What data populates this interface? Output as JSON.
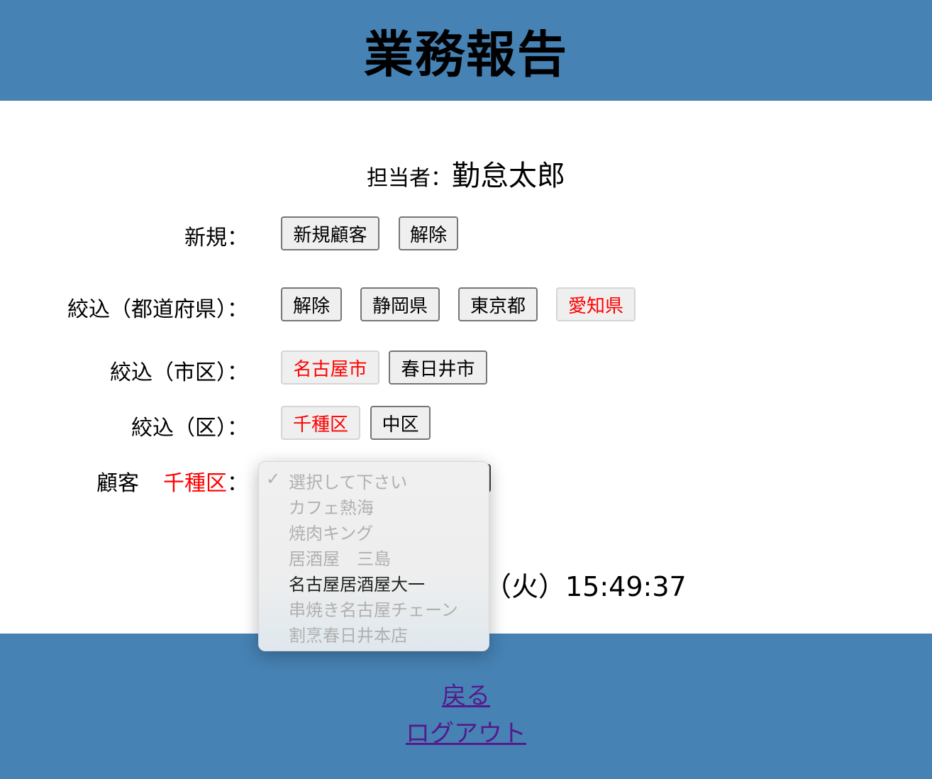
{
  "header": {
    "title": "業務報告",
    "bg_color": "#4682b4"
  },
  "staff": {
    "label": "担当者：",
    "name": "勤怠太郎"
  },
  "new_row": {
    "label": "新規：",
    "buttons": [
      {
        "label": "新規顧客"
      },
      {
        "label": "解除"
      }
    ]
  },
  "pref_row": {
    "label": "絞込（都道府県）：",
    "buttons": [
      {
        "label": "解除",
        "active": false
      },
      {
        "label": "静岡県",
        "active": false
      },
      {
        "label": "東京都",
        "active": false
      },
      {
        "label": "愛知県",
        "active": true
      }
    ]
  },
  "city_row": {
    "label": "絞込（市区）：",
    "buttons": [
      {
        "label": "名古屋市",
        "active": true
      },
      {
        "label": "春日井市",
        "active": false
      }
    ]
  },
  "ward_row": {
    "label": "絞込（区）：",
    "buttons": [
      {
        "label": "千種区",
        "active": true
      },
      {
        "label": "中区",
        "active": false
      }
    ]
  },
  "customer_row": {
    "label": "顧客",
    "ward": "千種区",
    "colon": "：",
    "select": {
      "selected": "選択して下さい",
      "check_icon": "✓",
      "options": [
        {
          "label": "選択して下さい",
          "enabled": false,
          "checked": true
        },
        {
          "label": "カフェ熱海",
          "enabled": false
        },
        {
          "label": "焼肉キング",
          "enabled": false
        },
        {
          "label": "居酒屋　三島",
          "enabled": false
        },
        {
          "label": "名古屋居酒屋大一",
          "enabled": true
        },
        {
          "label": "串焼き名古屋チェーン",
          "enabled": false
        },
        {
          "label": "割烹春日井本店",
          "enabled": false
        }
      ]
    }
  },
  "datetime": {
    "visible_text": "（火）15:49:37"
  },
  "footer": {
    "links": [
      {
        "label": "戻る"
      },
      {
        "label": "ログアウト"
      }
    ],
    "active_color": "#ff0000"
  }
}
